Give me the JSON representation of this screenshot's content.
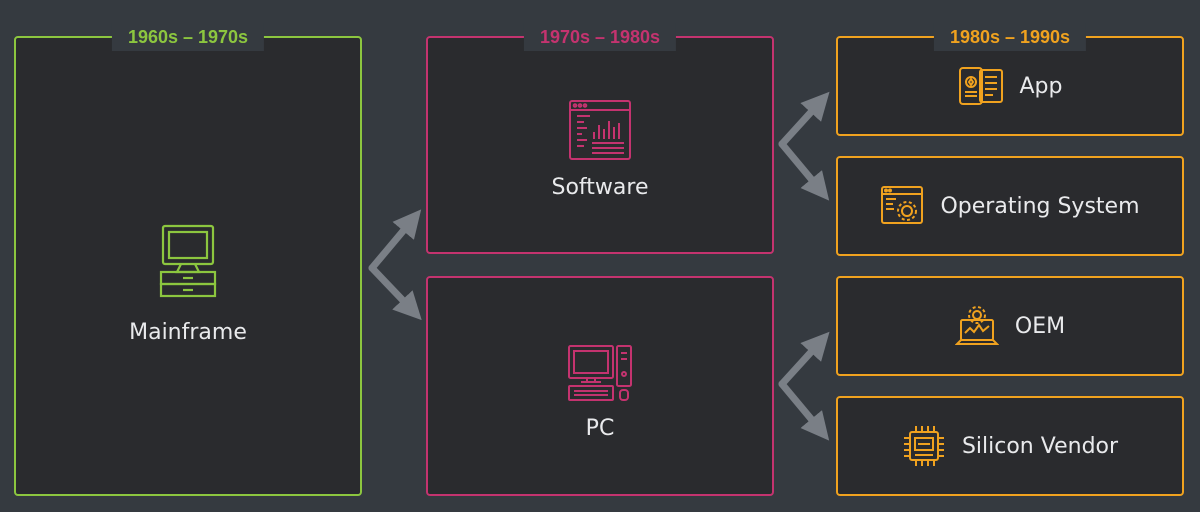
{
  "colors": {
    "background": "#353a40",
    "panel": "#2a2b2e",
    "era_1": "#8cc63f",
    "era_2": "#c4336f",
    "era_3": "#f0a21f",
    "arrow": "#7a7f86",
    "text": "#e9eaec"
  },
  "eras": [
    {
      "label": "1960s – 1970s"
    },
    {
      "label": "1970s – 1980s"
    },
    {
      "label": "1980s – 1990s"
    }
  ],
  "nodes": {
    "mainframe": {
      "label": "Mainframe",
      "icon": "mainframe-terminal-icon"
    },
    "software": {
      "label": "Software",
      "icon": "software-window-chart-icon"
    },
    "pc": {
      "label": "PC",
      "icon": "desktop-pc-icon"
    },
    "app": {
      "label": "App",
      "icon": "mobile-app-icon"
    },
    "os": {
      "label": "Operating System",
      "icon": "window-gear-icon"
    },
    "oem": {
      "label": "OEM",
      "icon": "laptop-gear-icon"
    },
    "silicon": {
      "label": "Silicon Vendor",
      "icon": "chip-icon"
    }
  },
  "edges": [
    {
      "from": "mainframe",
      "to": "software"
    },
    {
      "from": "mainframe",
      "to": "pc"
    },
    {
      "from": "software",
      "to": "app"
    },
    {
      "from": "software",
      "to": "os"
    },
    {
      "from": "pc",
      "to": "oem"
    },
    {
      "from": "pc",
      "to": "silicon"
    }
  ]
}
